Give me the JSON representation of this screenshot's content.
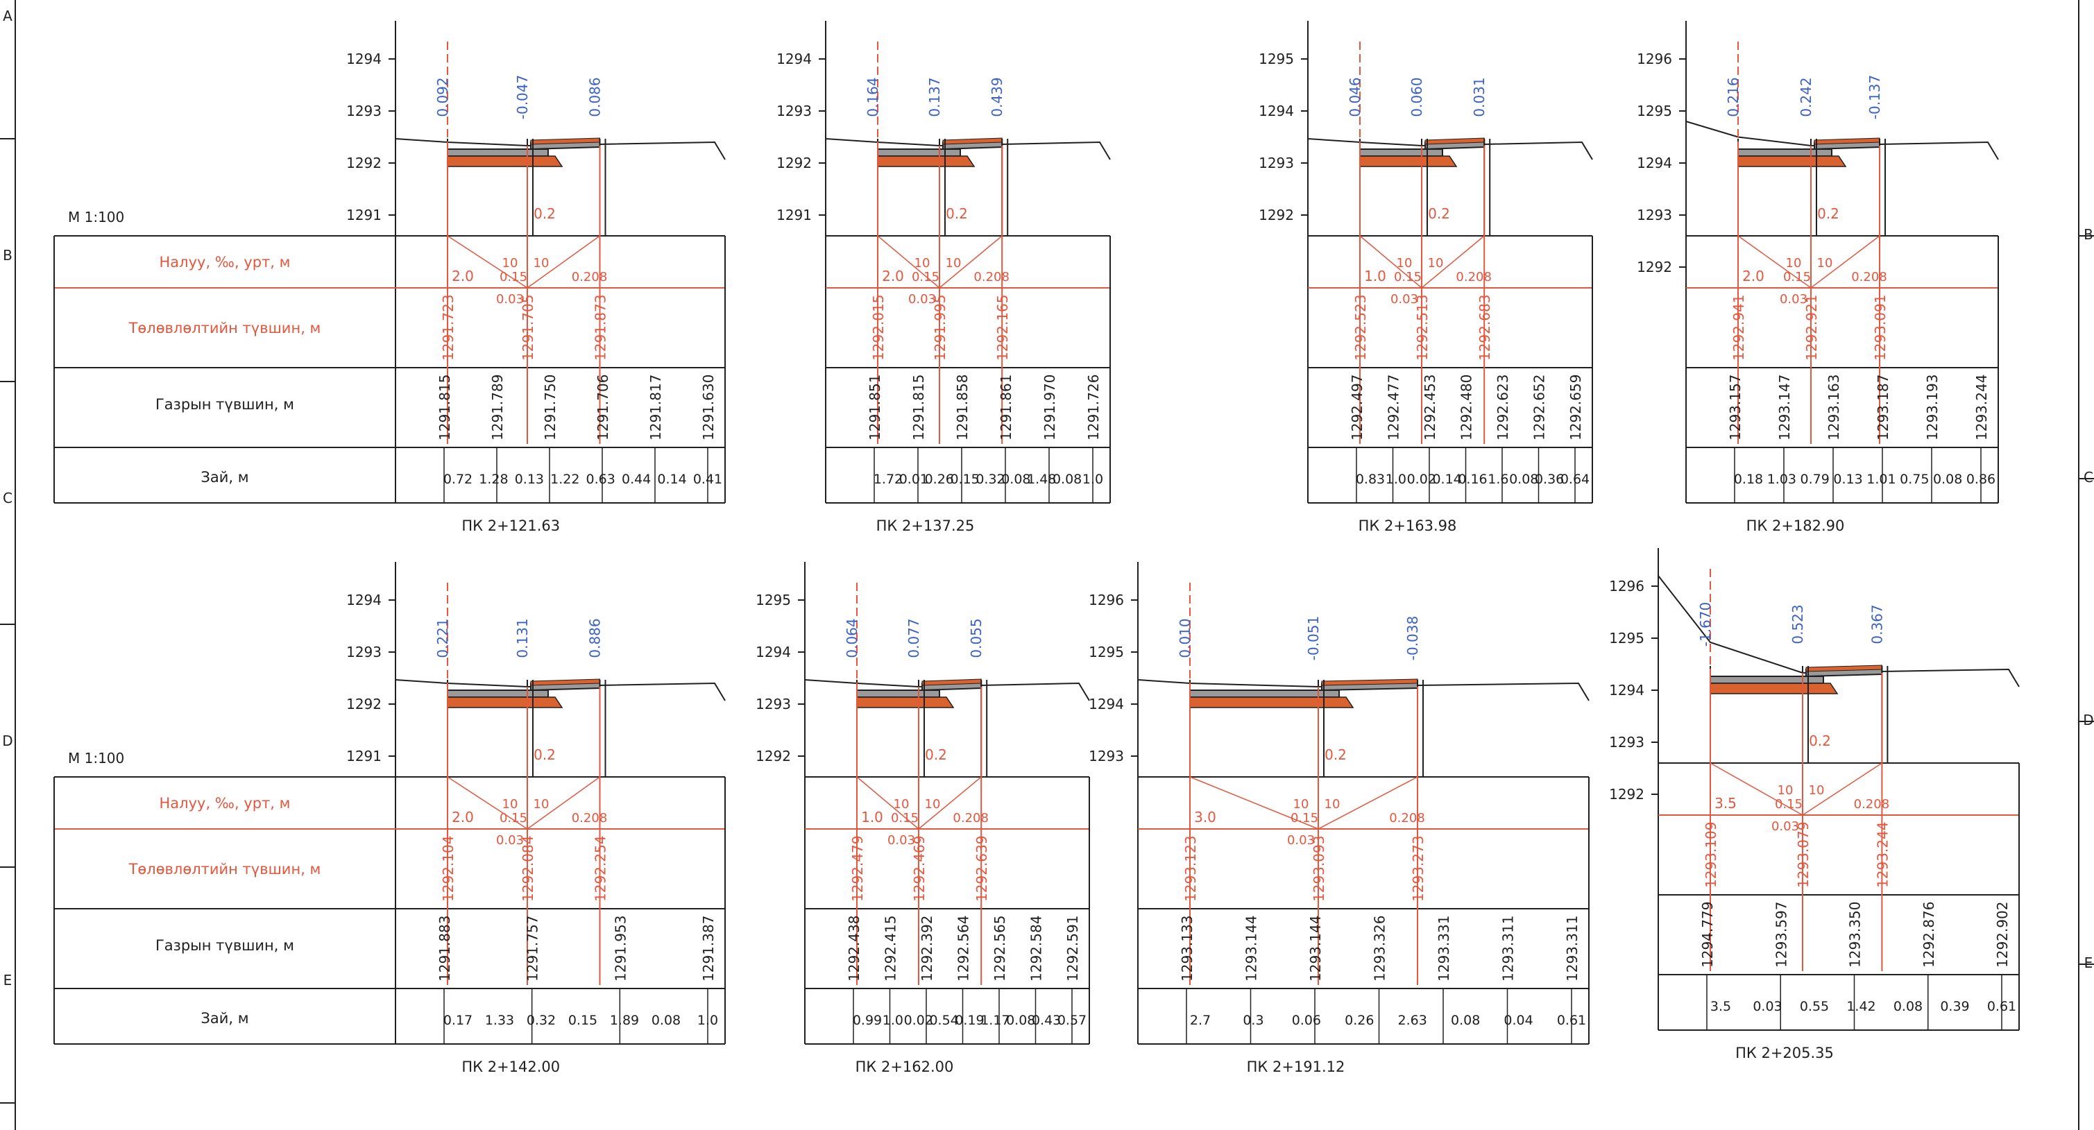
{
  "colors": {
    "line": "#202020",
    "red": "#e3573f",
    "blue": "#3c62c8",
    "asphalt": "#9a9a9a",
    "base": "#d9622e"
  },
  "frame": {
    "left_letters": [
      "A",
      "B",
      "C",
      "D",
      "E"
    ],
    "right_letters": [
      "B",
      "C",
      "D",
      "E"
    ]
  },
  "common_labels": {
    "scale": "M 1:100",
    "row_slope": "Налуу, ‰, урт, м",
    "row_design": "Төлөвлөлтийн түвшин, м",
    "row_ground": "Газрын түвшин, м",
    "row_dist": "Зай, м"
  },
  "sections": [
    {
      "id": "s1",
      "station": "ПК 2+121.63",
      "show_rowlabels": true,
      "elev_ticks": [
        "1294",
        "1293",
        "1292",
        "1291"
      ],
      "offsets_blue": [
        "0.092",
        "-0.047",
        "0.086"
      ],
      "slope": {
        "left_len": "2.0",
        "mid": "0.15",
        "low": "0.03",
        "right": "0.208",
        "kerb": "0.2",
        "ten_l": "10",
        "ten_r": "10"
      },
      "design": [
        "1291.723",
        "1291.705",
        "1291.873"
      ],
      "ground": [
        "1291.815",
        "1291.789",
        "1291.750",
        "1291.706",
        "1291.817",
        "1291.630"
      ],
      "dist": [
        "0.72",
        "1.28",
        "0.13",
        "1.22",
        "0.63",
        "0.44",
        "0.14",
        "0.41"
      ]
    },
    {
      "id": "s2",
      "station": "ПК 2+137.25",
      "show_rowlabels": false,
      "elev_ticks": [
        "1294",
        "1293",
        "1292",
        "1291"
      ],
      "offsets_blue": [
        "0.164",
        "0.137",
        "0.439"
      ],
      "slope": {
        "left_len": "2.0",
        "mid": "0.15",
        "low": "0.03",
        "right": "0.208",
        "kerb": "0.2",
        "ten_l": "10",
        "ten_r": "10"
      },
      "design": [
        "1292.015",
        "1291.995",
        "1292.165"
      ],
      "ground": [
        "1291.851",
        "1291.815",
        "1291.858",
        "1291.861",
        "1291.970",
        "1291.726"
      ],
      "dist": [
        "1.72",
        "0.01",
        "0.26",
        "0.15",
        "0.32",
        "0.08",
        "1.48",
        "0.08",
        "1.0"
      ]
    },
    {
      "id": "s3",
      "station": "ПК 2+163.98",
      "show_rowlabels": false,
      "elev_ticks": [
        "1295",
        "1294",
        "1293",
        "1292"
      ],
      "offsets_blue": [
        "0.046",
        "0.060",
        "0.031"
      ],
      "slope": {
        "left_len": "1.0",
        "mid": "0.15",
        "low": "0.03",
        "right": "0.208",
        "kerb": "0.2",
        "ten_l": "10",
        "ten_r": "10"
      },
      "design": [
        "1292.523",
        "1292.513",
        "1292.683"
      ],
      "ground": [
        "1292.497",
        "1292.477",
        "1292.453",
        "1292.480",
        "1292.623",
        "1292.652",
        "1292.659"
      ],
      "dist": [
        "0.83",
        "1.0",
        "0.02",
        "0.14",
        "0.16",
        "1.6",
        "0.08",
        "0.36",
        "0.64"
      ]
    },
    {
      "id": "s4",
      "station": "ПК 2+182.90",
      "show_rowlabels": false,
      "elev_ticks": [
        "1296",
        "1295",
        "1294",
        "1293",
        "1292"
      ],
      "offsets_blue": [
        "0.216",
        "0.242",
        "-0.137"
      ],
      "slope": {
        "left_len": "2.0",
        "mid": "0.15",
        "low": "0.03",
        "right": "0.208",
        "kerb": "0.2",
        "ten_l": "10",
        "ten_r": "10"
      },
      "design": [
        "1292.941",
        "1292.921",
        "1293.091"
      ],
      "ground": [
        "1293.157",
        "1293.147",
        "1293.163",
        "1293.187",
        "1293.193",
        "1293.244"
      ],
      "dist": [
        "0.18",
        "1.03",
        "0.79",
        "0.13",
        "1.01",
        "0.75",
        "0.08",
        "0.86"
      ]
    },
    {
      "id": "s5",
      "station": "ПК 2+142.00",
      "show_rowlabels": true,
      "elev_ticks": [
        "1294",
        "1293",
        "1292",
        "1291"
      ],
      "offsets_blue": [
        "0.221",
        "0.131",
        "0.886"
      ],
      "slope": {
        "left_len": "2.0",
        "mid": "0.15",
        "low": "0.03",
        "right": "0.208",
        "kerb": "0.2",
        "ten_l": "10",
        "ten_r": "10"
      },
      "design": [
        "1292.104",
        "1292.084",
        "1292.254"
      ],
      "ground": [
        "1291.883",
        "1291.757",
        "1291.953",
        "1291.387"
      ],
      "dist": [
        "0.17",
        "1.33",
        "0.32",
        "0.15",
        "1.89",
        "0.08",
        "1.0"
      ]
    },
    {
      "id": "s6",
      "station": "ПК 2+162.00",
      "show_rowlabels": false,
      "elev_ticks": [
        "1295",
        "1294",
        "1293",
        "1292"
      ],
      "offsets_blue": [
        "0.064",
        "0.077",
        "0.055"
      ],
      "slope": {
        "left_len": "1.0",
        "mid": "0.15",
        "low": "0.03",
        "right": "0.208",
        "kerb": "0.2",
        "ten_l": "10",
        "ten_r": "10"
      },
      "design": [
        "1292.479",
        "1292.469",
        "1292.639"
      ],
      "ground": [
        "1292.438",
        "1292.415",
        "1292.392",
        "1292.564",
        "1292.565",
        "1292.584",
        "1292.591"
      ],
      "dist": [
        "0.99",
        "1.0",
        "0.02",
        "0.54",
        "0.19",
        "1.17",
        "0.08",
        "0.43",
        "0.57"
      ]
    },
    {
      "id": "s7",
      "station": "ПК 2+191.12",
      "show_rowlabels": false,
      "elev_ticks": [
        "1296",
        "1295",
        "1294",
        "1293"
      ],
      "offsets_blue": [
        "0.010",
        "-0.051",
        "-0.038"
      ],
      "slope": {
        "left_len": "3.0",
        "mid": "0.15",
        "low": "0.03",
        "right": "0.208",
        "kerb": "0.2",
        "ten_l": "10",
        "ten_r": "10"
      },
      "design": [
        "1293.123",
        "1293.093",
        "1293.273"
      ],
      "ground": [
        "1293.133",
        "1293.144",
        "1293.144",
        "1293.326",
        "1293.331",
        "1293.311",
        "1293.311"
      ],
      "dist": [
        "2.7",
        "0.3",
        "0.06",
        "0.26",
        "2.63",
        "0.08",
        "0.04",
        "0.61"
      ]
    },
    {
      "id": "s8",
      "station": "ПК 2+205.35",
      "show_rowlabels": false,
      "elev_ticks": [
        "1296",
        "1295",
        "1294",
        "1293",
        "1292"
      ],
      "offsets_blue": [
        "-1.670",
        "0.523",
        "0.367"
      ],
      "slope": {
        "left_len": "3.5",
        "mid": "0.15",
        "low": "0.03",
        "right": "0.208",
        "kerb": "0.2",
        "ten_l": "10",
        "ten_r": "10"
      },
      "design": [
        "1293.109",
        "1293.079",
        "1293.244"
      ],
      "ground": [
        "1294.779",
        "1293.597",
        "1293.350",
        "1292.876",
        "1292.902"
      ],
      "dist": [
        "3.5",
        "0.03",
        "0.55",
        "1.42",
        "0.08",
        "0.39",
        "0.61"
      ]
    }
  ]
}
